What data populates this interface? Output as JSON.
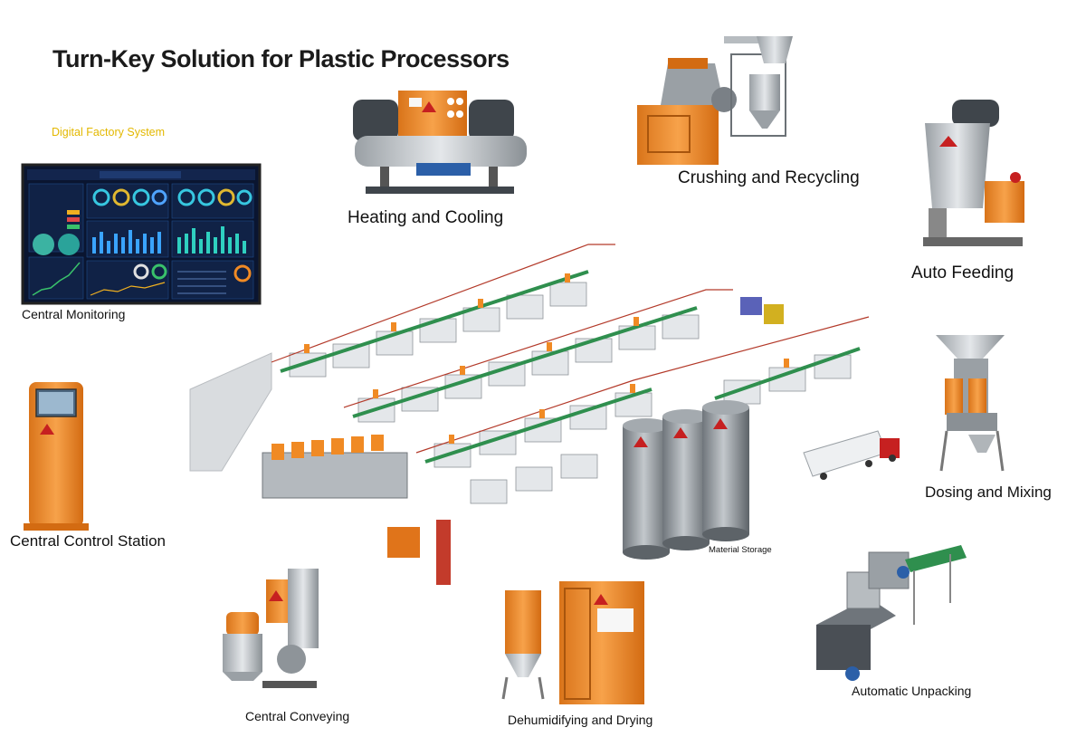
{
  "title": "Turn-Key Solution for Plastic Processors",
  "subtitle": "Digital Factory System",
  "labels": {
    "heating_cooling": "Heating and Cooling",
    "crushing_recycling": "Crushing and Recycling",
    "auto_feeding": "Auto Feeding",
    "central_monitoring": "Central Monitoring",
    "central_control_station": "Central Control Station",
    "dosing_mixing": "Dosing and Mixing",
    "material_storage": "Material Storage",
    "central_conveying": "Central Conveying",
    "dehumidifying_drying": "Dehumidifying and Drying",
    "automatic_unpacking": "Automatic Unpacking"
  },
  "colors": {
    "machine_orange": "#f08a24",
    "steel_grey": "#8e9499",
    "dark_grey": "#4a4f55",
    "screen_bg": "#0d1b3a",
    "subtitle_yellow": "#e3b800",
    "belt_green": "#2f8f4e"
  }
}
